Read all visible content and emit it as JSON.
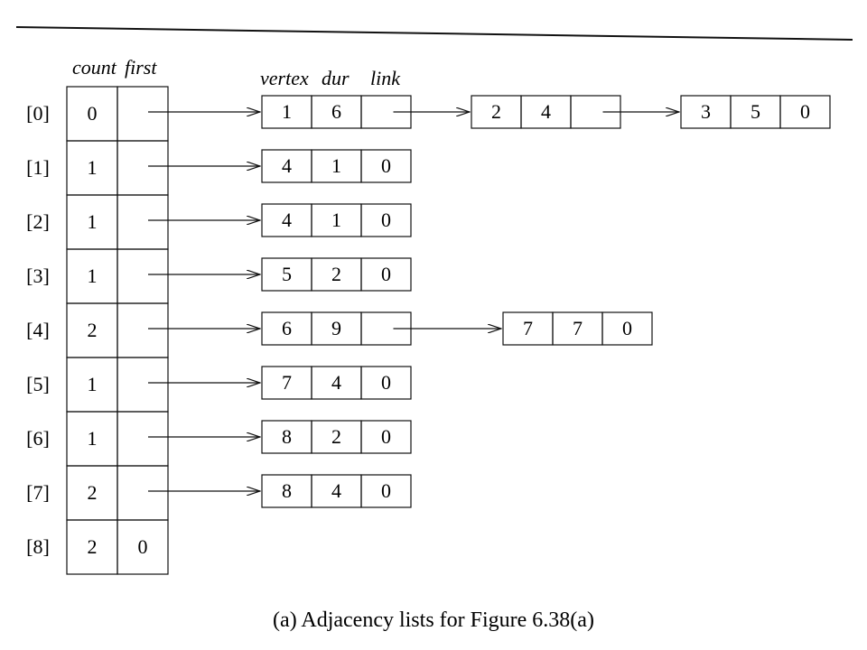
{
  "headers": {
    "count": "count",
    "first": "first",
    "vertex": "vertex",
    "dur": "dur",
    "link": "link"
  },
  "rows": [
    {
      "index": "[0]",
      "count": "0",
      "first": "",
      "nodes": [
        [
          "1",
          "6",
          ""
        ],
        [
          "2",
          "4",
          ""
        ],
        [
          "3",
          "5",
          "0"
        ]
      ]
    },
    {
      "index": "[1]",
      "count": "1",
      "first": "",
      "nodes": [
        [
          "4",
          "1",
          "0"
        ]
      ]
    },
    {
      "index": "[2]",
      "count": "1",
      "first": "",
      "nodes": [
        [
          "4",
          "1",
          "0"
        ]
      ]
    },
    {
      "index": "[3]",
      "count": "1",
      "first": "",
      "nodes": [
        [
          "5",
          "2",
          "0"
        ]
      ]
    },
    {
      "index": "[4]",
      "count": "2",
      "first": "",
      "nodes": [
        [
          "6",
          "9",
          ""
        ],
        [
          "7",
          "7",
          "0"
        ]
      ]
    },
    {
      "index": "[5]",
      "count": "1",
      "first": "",
      "nodes": [
        [
          "7",
          "4",
          "0"
        ]
      ]
    },
    {
      "index": "[6]",
      "count": "1",
      "first": "",
      "nodes": [
        [
          "8",
          "2",
          "0"
        ]
      ]
    },
    {
      "index": "[7]",
      "count": "2",
      "first": "",
      "nodes": [
        [
          "8",
          "4",
          "0"
        ]
      ]
    },
    {
      "index": "[8]",
      "count": "2",
      "first": "0",
      "nodes": []
    }
  ],
  "caption": "(a) Adjacency lists for Figure 6.38(a)"
}
